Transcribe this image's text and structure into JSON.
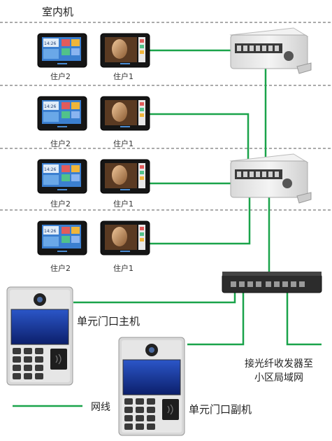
{
  "header": {
    "title": "室内机"
  },
  "floors": [
    {
      "units": [
        {
          "label": "住户2"
        },
        {
          "label": "住户1"
        }
      ]
    },
    {
      "units": [
        {
          "label": "住户2"
        },
        {
          "label": "住户1"
        }
      ]
    },
    {
      "units": [
        {
          "label": "住户2"
        },
        {
          "label": "住户1"
        }
      ]
    },
    {
      "units": [
        {
          "label": "住户2"
        },
        {
          "label": "住户1"
        }
      ]
    }
  ],
  "devices": {
    "main_station": {
      "label": "单元门口主机"
    },
    "sub_station": {
      "label": "单元门口副机"
    },
    "uplink": {
      "line1": "接光纤收发器至",
      "line2": "小区局域网"
    }
  },
  "legend": {
    "label": "网线",
    "color": "#1aa34a"
  },
  "screens": {
    "time": "14:26"
  }
}
